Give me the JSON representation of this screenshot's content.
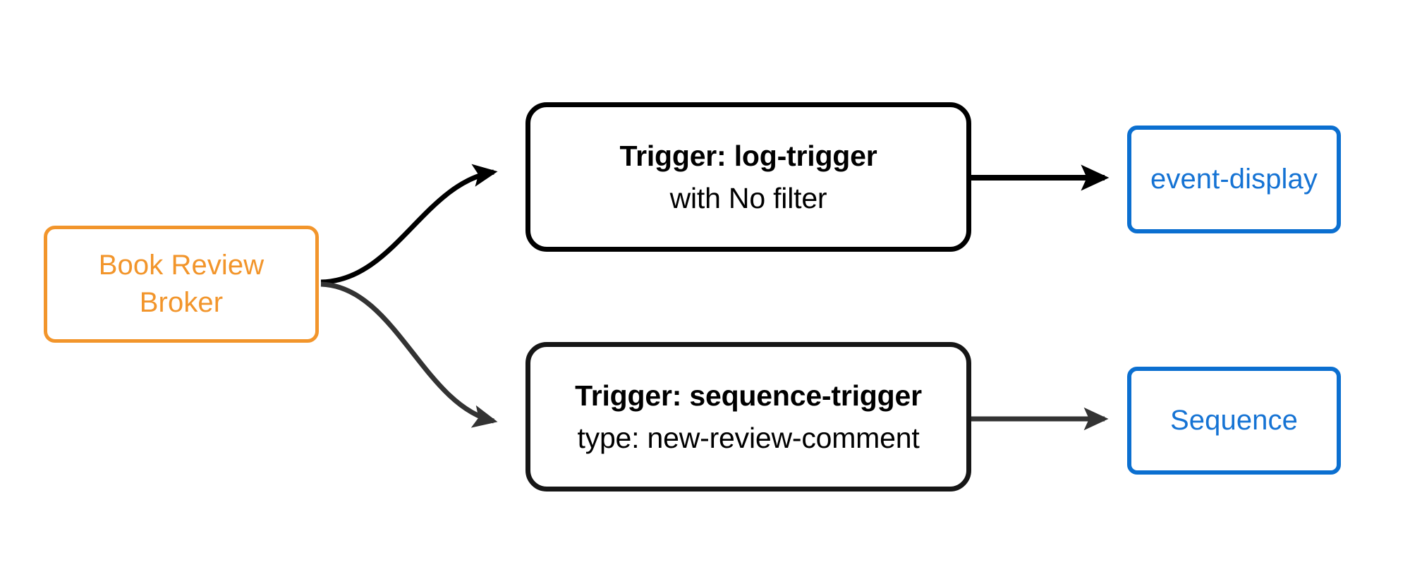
{
  "diagram": {
    "type": "flowchart",
    "direction": "left-to-right",
    "background": "#ffffff",
    "colors": {
      "broker_accent": "#f2952b",
      "endpoint_accent": "#0b6fd0",
      "edge_primary": "#000000",
      "edge_secondary": "#333333"
    },
    "nodes": {
      "broker": {
        "id": "book-review-broker",
        "line1": "Book Review",
        "line2": "Broker",
        "shape": "rounded-rect",
        "border_color": "#f2952b",
        "text_color": "#f2952b"
      },
      "trigger_log": {
        "id": "log-trigger",
        "title": "Trigger: log-trigger",
        "subtitle": "with No filter",
        "shape": "rounded-rect",
        "border_color": "#000000",
        "text_color": "#000000"
      },
      "trigger_sequence": {
        "id": "sequence-trigger",
        "title": "Trigger: sequence-trigger",
        "subtitle": "type: new-review-comment",
        "shape": "rounded-rect",
        "border_color": "#161616",
        "text_color": "#000000"
      },
      "sink_event_display": {
        "id": "event-display",
        "label": "event-display",
        "shape": "rounded-rect",
        "border_color": "#0b6fd0",
        "text_color": "#1573d4"
      },
      "sink_sequence": {
        "id": "sequence",
        "label": "Sequence",
        "shape": "rounded-rect",
        "border_color": "#0b6fd0",
        "text_color": "#1573d4"
      }
    },
    "edges": [
      {
        "id": "broker-to-log-trigger",
        "from": "book-review-broker",
        "to": "log-trigger",
        "style": "curved",
        "color": "#000000",
        "arrowhead": "filled-triangle",
        "label": ""
      },
      {
        "id": "broker-to-sequence-trigger",
        "from": "book-review-broker",
        "to": "sequence-trigger",
        "style": "curved",
        "color": "#333333",
        "arrowhead": "filled-triangle",
        "label": ""
      },
      {
        "id": "log-trigger-to-event-display",
        "from": "log-trigger",
        "to": "event-display",
        "style": "straight",
        "color": "#000000",
        "arrowhead": "filled-triangle",
        "label": ""
      },
      {
        "id": "sequence-trigger-to-sequence",
        "from": "sequence-trigger",
        "to": "sequence",
        "style": "straight",
        "color": "#333333",
        "arrowhead": "filled-triangle",
        "label": ""
      }
    ]
  }
}
